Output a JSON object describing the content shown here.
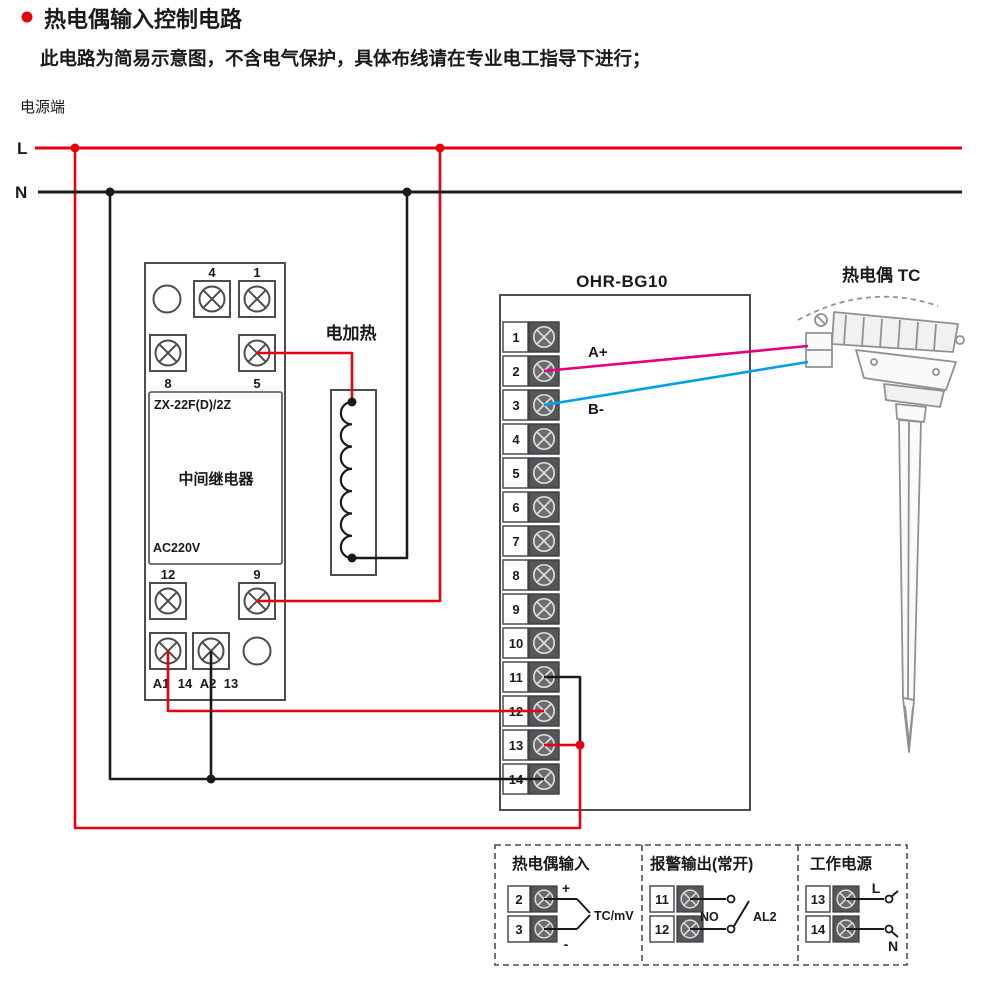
{
  "header": {
    "title": "热电偶输入控制电路",
    "subtitle": "此电路为简易示意图，不含电气保护，具体布线请在专业电工指导下进行；"
  },
  "power": {
    "label": "电源端",
    "l": "L",
    "n": "N"
  },
  "relay": {
    "model": "ZX-22F(D)/2Z",
    "name": "中间继电器",
    "voltage": "AC220V",
    "pin_top": [
      "4",
      "1"
    ],
    "pin_mid": [
      "8",
      "5"
    ],
    "pin_low": [
      "12",
      "9"
    ],
    "pin_bottom": [
      "A1",
      "14",
      "A2",
      "13"
    ]
  },
  "heater": {
    "label": "电加热"
  },
  "controller": {
    "model": "OHR-BG10",
    "terminals": [
      "1",
      "2",
      "3",
      "4",
      "5",
      "6",
      "7",
      "8",
      "9",
      "10",
      "11",
      "12",
      "13",
      "14"
    ],
    "wire_a": "A+",
    "wire_b": "B-"
  },
  "thermocouple": {
    "label": "热电偶 TC"
  },
  "legend": {
    "input": {
      "title": "热电偶输入",
      "t1": "2",
      "t2": "3",
      "plus": "+",
      "minus": "-",
      "signal": "TC/mV"
    },
    "alarm": {
      "title": "报警输出(常开)",
      "t1": "11",
      "t2": "12",
      "contact": "NO",
      "name": "AL2"
    },
    "supply": {
      "title": "工作电源",
      "t1": "13",
      "t2": "14",
      "l": "L",
      "n": "N"
    }
  },
  "colors": {
    "l_wire": "#e60012",
    "n_wire": "#1a1a1a",
    "a_wire": "#e4007f",
    "b_wire": "#00a0e9"
  }
}
